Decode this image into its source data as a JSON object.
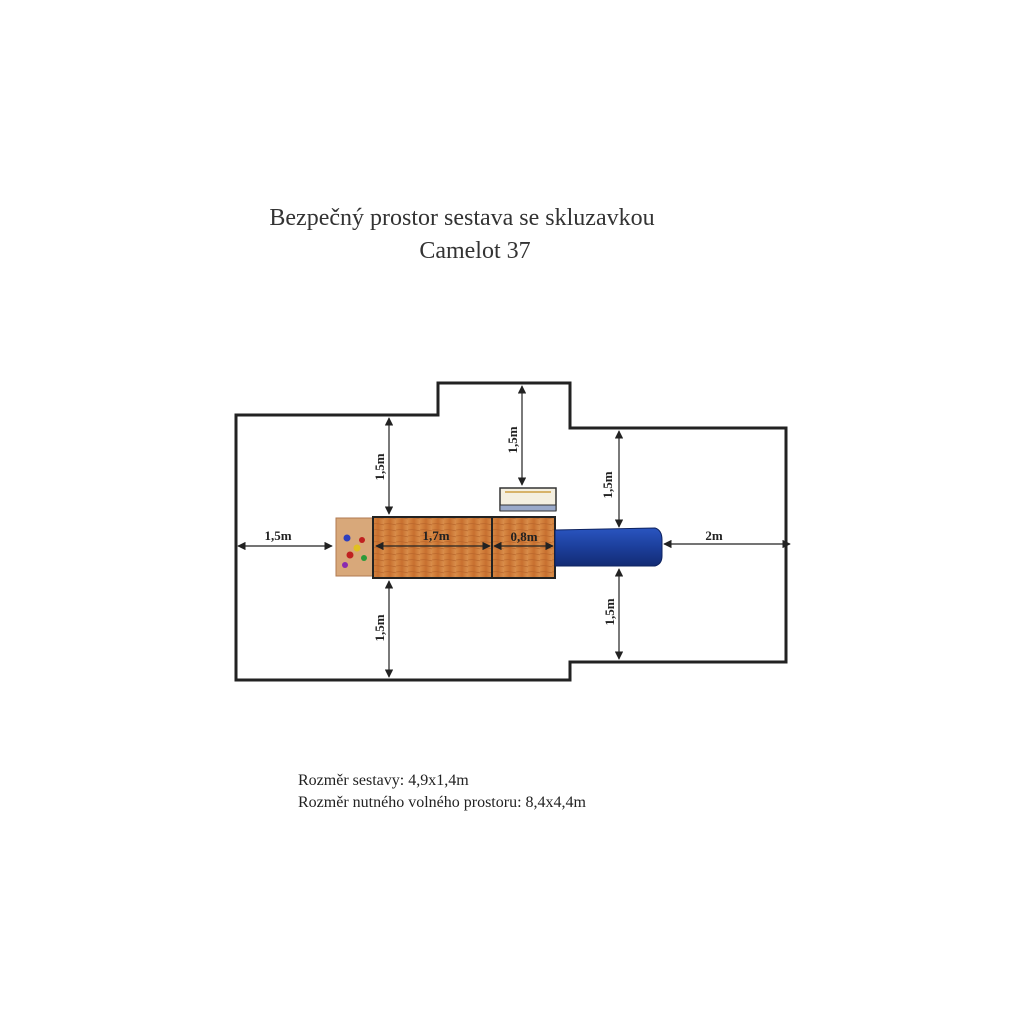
{
  "title": {
    "line1": "Bezpečný prostor sestava se skluzavkou",
    "line2": "Camelot 37"
  },
  "dimensions": {
    "left_clearance": "1,5m",
    "tower_length": "1,7m",
    "platform_length": "0,8m",
    "right_clearance": "2m",
    "top_clearance_tower": "1,5m",
    "top_clearance_swing": "1,5m",
    "top_clearance_slide": "1,5m",
    "bottom_clearance_tower": "1,5m",
    "bottom_clearance_slide": "1,5m"
  },
  "notes": {
    "set_size": "Rozměr sestavy: 4,9x1,4m",
    "free_space": "Rozměr nutného volného prostoru: 8,4x4,4m"
  },
  "colors": {
    "outline": "#222222",
    "wood": "#c8702f",
    "wood_light": "#d9944f",
    "slide": "#1c3f9c"
  }
}
